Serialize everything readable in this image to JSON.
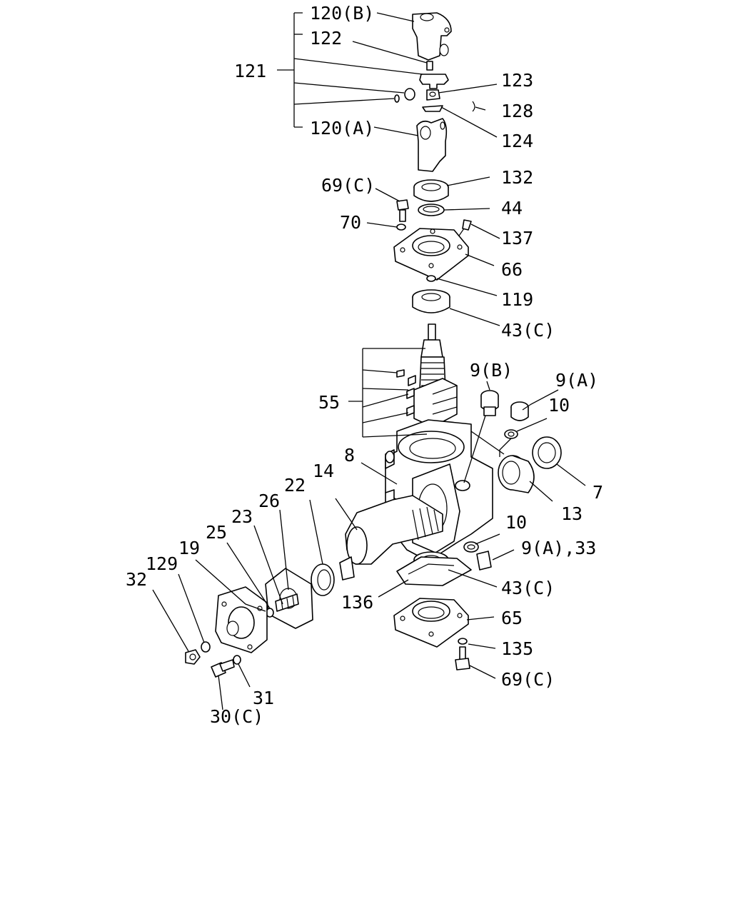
{
  "diagram": {
    "labels": {
      "p120b": "120(B)",
      "p122": "122",
      "p121": "121",
      "p123": "123",
      "p128": "128",
      "p120a": "120(A)",
      "p124": "124",
      "p132": "132",
      "p69c_top": "69(C)",
      "p44": "44",
      "p70": "70",
      "p137": "137",
      "p66": "66",
      "p119": "119",
      "p43c_top": "43(C)",
      "p9b": "9(B)",
      "p9a": "9(A)",
      "p10_top": "10",
      "p55": "55",
      "p8": "8",
      "p7": "7",
      "p13": "13",
      "p14": "14",
      "p22": "22",
      "p26": "26",
      "p23": "23",
      "p25": "25",
      "p19": "19",
      "p129": "129",
      "p32": "32",
      "p10_mid": "10",
      "p9a33": "9(A),33",
      "p43c_mid": "43(C)",
      "p136": "136",
      "p65": "65",
      "p135": "135",
      "p69c_bot": "69(C)",
      "p31": "31",
      "p30c": "30(C)"
    }
  }
}
